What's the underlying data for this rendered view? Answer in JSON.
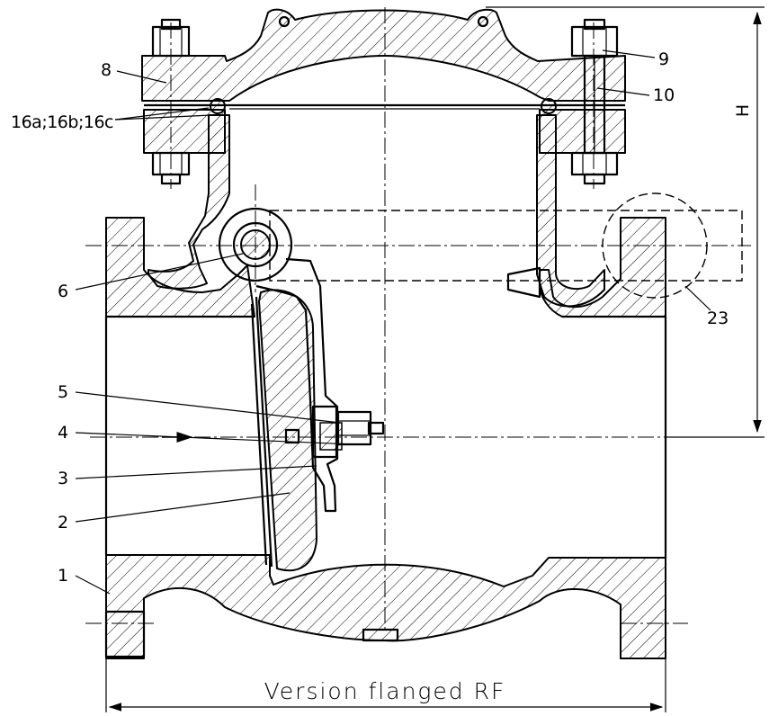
{
  "drawing": {
    "caption": "Version flanged RF",
    "dimension_label": "H"
  },
  "parts": [
    {
      "id": "p1",
      "label": "1"
    },
    {
      "id": "p2",
      "label": "2"
    },
    {
      "id": "p3",
      "label": "3"
    },
    {
      "id": "p4",
      "label": "4"
    },
    {
      "id": "p5",
      "label": "5"
    },
    {
      "id": "p6",
      "label": "6"
    },
    {
      "id": "p8",
      "label": "8"
    },
    {
      "id": "p9",
      "label": "9"
    },
    {
      "id": "p10",
      "label": "10"
    },
    {
      "id": "p16",
      "label": "16a;16b;16c"
    },
    {
      "id": "p23",
      "label": "23"
    }
  ],
  "colors": {
    "line": "#000000",
    "background": "#ffffff"
  }
}
